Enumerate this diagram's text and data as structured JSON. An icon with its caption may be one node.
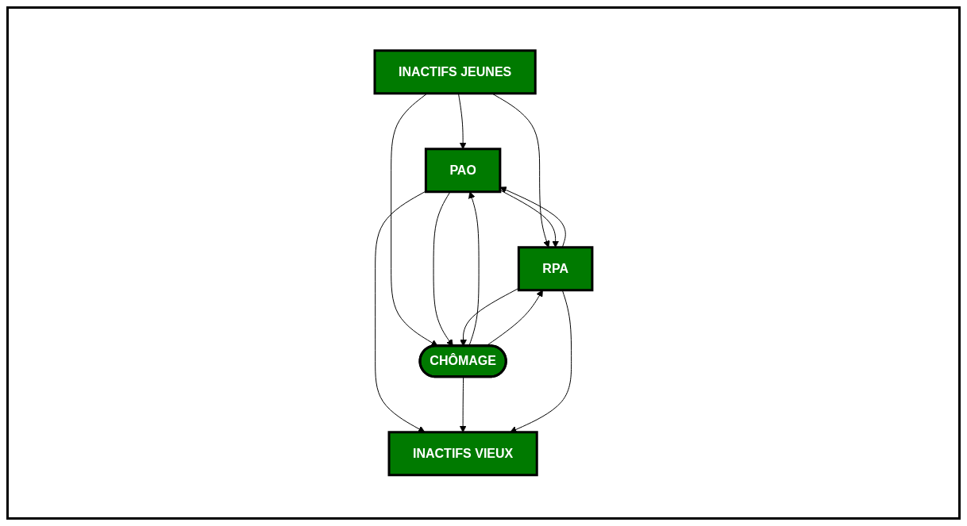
{
  "diagram": {
    "nodes": [
      {
        "text": [
          "INACTIFS JEUNES"
        ]
      },
      {
        "text": [
          "PAO"
        ]
      },
      {
        "text": [
          "CHÔMAGE"
        ]
      },
      {
        "text": [
          "RPA"
        ]
      },
      {
        "text": [
          "INACTIFS VIEUX"
        ]
      }
    ],
    "edges": [
      {
        "from": 0,
        "to": 1,
        "arrow": "to"
      },
      {
        "from": 0,
        "to": 2,
        "arrow": "to"
      },
      {
        "from": 0,
        "to": 3,
        "arrow": "to"
      },
      {
        "from": 1,
        "to": 3,
        "arrow": "to"
      },
      {
        "from": 1,
        "to": 2,
        "arrow": "to"
      },
      {
        "from": 2,
        "to": 1,
        "arrow": "to"
      },
      {
        "from": 3,
        "to": 2,
        "arrow": "to"
      },
      {
        "from": 2,
        "to": 3,
        "arrow": "to"
      },
      {
        "from": 3,
        "to": 1,
        "arrow": "to"
      },
      {
        "from": 1,
        "to": 4,
        "arrow": "to"
      },
      {
        "from": 2,
        "to": 4,
        "arrow": "to"
      },
      {
        "from": 3,
        "to": 4,
        "arrow": "to"
      }
    ]
  }
}
